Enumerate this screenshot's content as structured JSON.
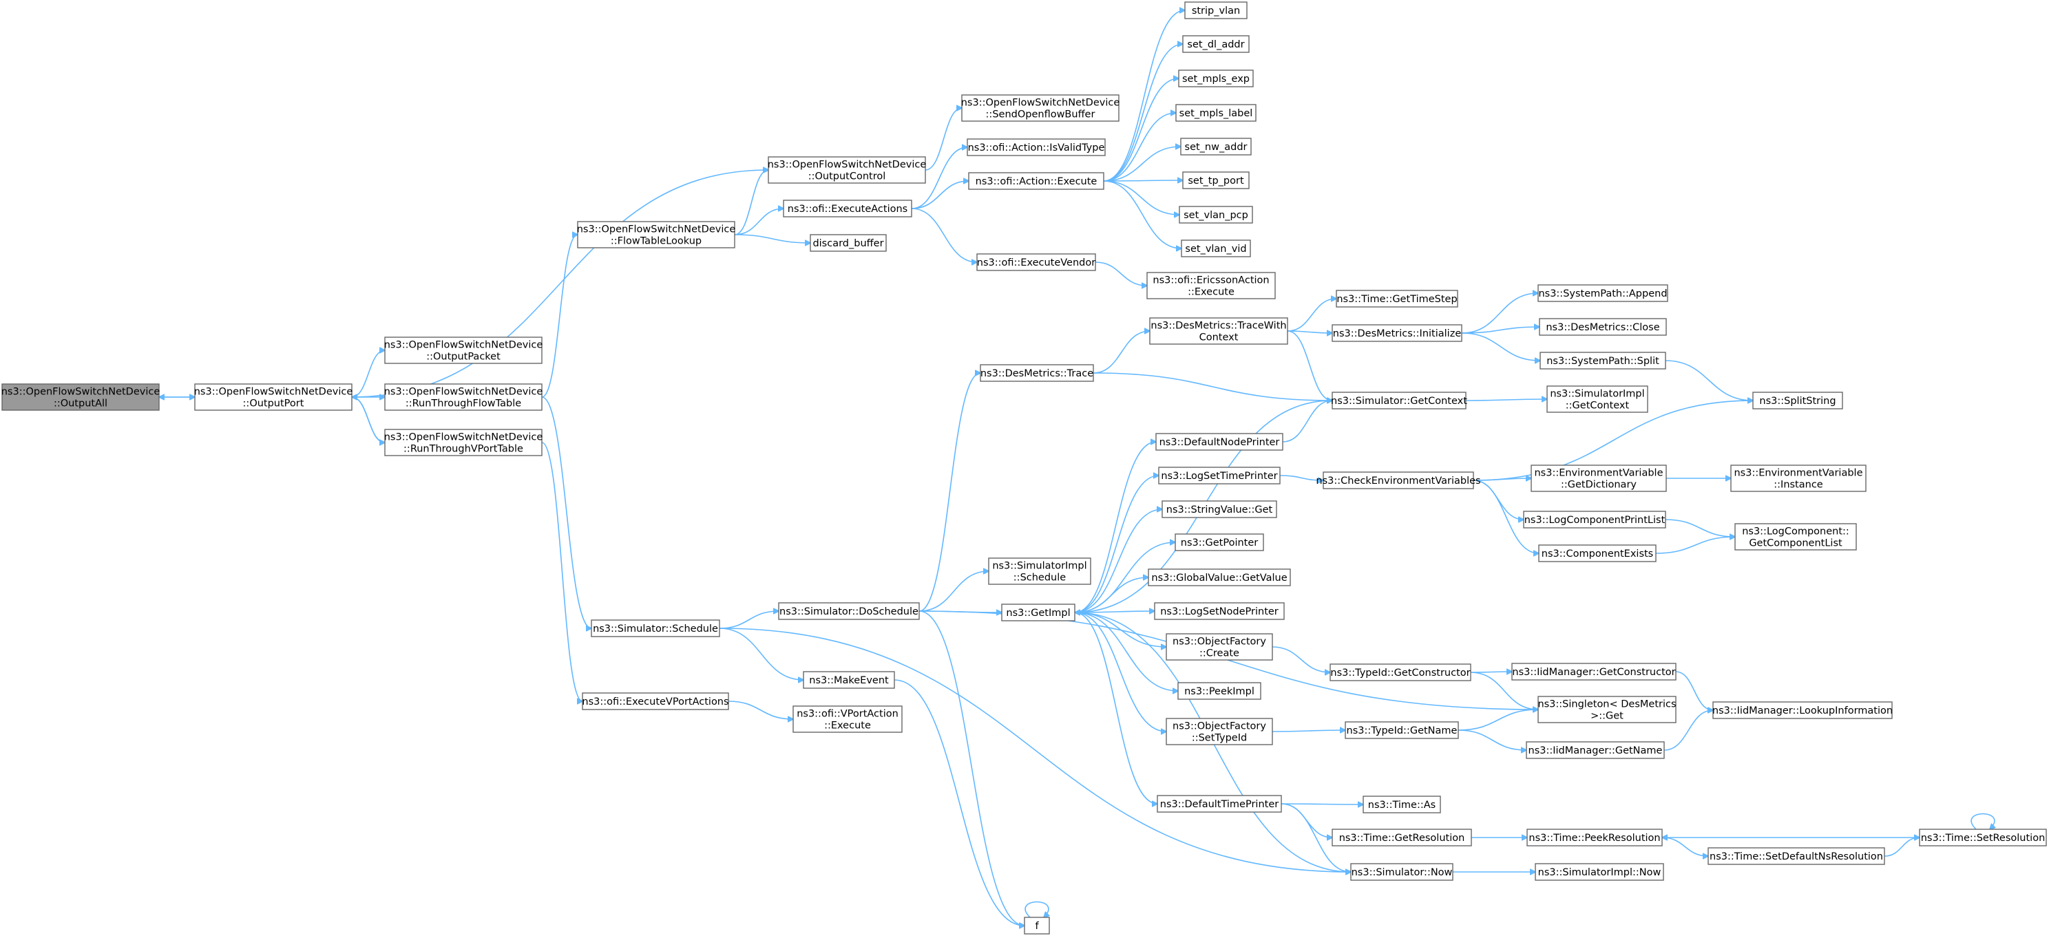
{
  "colors": {
    "edge": "#63b8ff",
    "node_border": "#666666",
    "root_fill": "#999999",
    "node_fill": "#ffffff"
  },
  "nodes": [
    {
      "id": "outputall",
      "lines": [
        "ns3::OpenFlowSwitchNetDevice",
        "::OutputAll"
      ],
      "root": true
    },
    {
      "id": "outputport",
      "lines": [
        "ns3::OpenFlowSwitchNetDevice",
        "::OutputPort"
      ]
    },
    {
      "id": "outputcontrol",
      "lines": [
        "ns3::OpenFlowSwitchNetDevice",
        "::OutputControl"
      ]
    },
    {
      "id": "sendopenflowbuffer",
      "lines": [
        "ns3::OpenFlowSwitchNetDevice",
        "::SendOpenflowBuffer"
      ]
    },
    {
      "id": "flowtablelookup",
      "lines": [
        "ns3::OpenFlowSwitchNetDevice",
        "::FlowTableLookup"
      ]
    },
    {
      "id": "outputpacket",
      "lines": [
        "ns3::OpenFlowSwitchNetDevice",
        "::OutputPacket"
      ]
    },
    {
      "id": "runthroughflowtable",
      "lines": [
        "ns3::OpenFlowSwitchNetDevice",
        "::RunThroughFlowTable"
      ]
    },
    {
      "id": "runthroughvporttable",
      "lines": [
        "ns3::OpenFlowSwitchNetDevice",
        "::RunThroughVPortTable"
      ]
    },
    {
      "id": "executeactions",
      "lines": [
        "ns3::ofi::ExecuteActions"
      ]
    },
    {
      "id": "discardbuffer",
      "lines": [
        "discard_buffer"
      ]
    },
    {
      "id": "isvalidtype",
      "lines": [
        "ns3::ofi::Action::IsValidType"
      ]
    },
    {
      "id": "actionexecute",
      "lines": [
        "ns3::ofi::Action::Execute"
      ]
    },
    {
      "id": "executevendor",
      "lines": [
        "ns3::ofi::ExecuteVendor"
      ]
    },
    {
      "id": "ericssonexecute",
      "lines": [
        "ns3::ofi::EricssonAction",
        "::Execute"
      ]
    },
    {
      "id": "strip_vlan",
      "lines": [
        "strip_vlan"
      ]
    },
    {
      "id": "set_dl_addr",
      "lines": [
        "set_dl_addr"
      ]
    },
    {
      "id": "set_mpls_exp",
      "lines": [
        "set_mpls_exp"
      ]
    },
    {
      "id": "set_mpls_label",
      "lines": [
        "set_mpls_label"
      ]
    },
    {
      "id": "set_nw_addr",
      "lines": [
        "set_nw_addr"
      ]
    },
    {
      "id": "set_tp_port",
      "lines": [
        "set_tp_port"
      ]
    },
    {
      "id": "set_vlan_pcp",
      "lines": [
        "set_vlan_pcp"
      ]
    },
    {
      "id": "set_vlan_vid",
      "lines": [
        "set_vlan_vid"
      ]
    },
    {
      "id": "simschedule",
      "lines": [
        "ns3::Simulator::Schedule"
      ]
    },
    {
      "id": "doschedule",
      "lines": [
        "ns3::Simulator::DoSchedule"
      ]
    },
    {
      "id": "makeevent",
      "lines": [
        "ns3::MakeEvent"
      ]
    },
    {
      "id": "executevportactions",
      "lines": [
        "ns3::ofi::ExecuteVPortActions"
      ]
    },
    {
      "id": "vportexecute",
      "lines": [
        "ns3::ofi::VPortAction",
        "::Execute"
      ]
    },
    {
      "id": "f",
      "lines": [
        "f"
      ]
    },
    {
      "id": "destrace",
      "lines": [
        "ns3::DesMetrics::Trace"
      ]
    },
    {
      "id": "implschedule",
      "lines": [
        "ns3::SimulatorImpl",
        "::Schedule"
      ]
    },
    {
      "id": "getimpl",
      "lines": [
        "ns3::GetImpl"
      ]
    },
    {
      "id": "tracewithcontext",
      "lines": [
        "ns3::DesMetrics::TraceWith",
        "Context"
      ]
    },
    {
      "id": "gettimestep",
      "lines": [
        "ns3::Time::GetTimeStep"
      ]
    },
    {
      "id": "desinitialize",
      "lines": [
        "ns3::DesMetrics::Initialize"
      ]
    },
    {
      "id": "getcontext",
      "lines": [
        "ns3::Simulator::GetContext"
      ]
    },
    {
      "id": "append",
      "lines": [
        "ns3::SystemPath::Append"
      ]
    },
    {
      "id": "desclose",
      "lines": [
        "ns3::DesMetrics::Close"
      ]
    },
    {
      "id": "split",
      "lines": [
        "ns3::SystemPath::Split"
      ]
    },
    {
      "id": "splitstring",
      "lines": [
        "ns3::SplitString"
      ]
    },
    {
      "id": "implgetcontext",
      "lines": [
        "ns3::SimulatorImpl",
        "::GetContext"
      ]
    },
    {
      "id": "defaultnodeprinter",
      "lines": [
        "ns3::DefaultNodePrinter"
      ]
    },
    {
      "id": "logsettimeprinter",
      "lines": [
        "ns3::LogSetTimePrinter"
      ]
    },
    {
      "id": "checkenv",
      "lines": [
        "ns3::CheckEnvironmentVariables"
      ]
    },
    {
      "id": "getdictionary",
      "lines": [
        "ns3::EnvironmentVariable",
        "::GetDictionary"
      ]
    },
    {
      "id": "envinstance",
      "lines": [
        "ns3::EnvironmentVariable",
        "::Instance"
      ]
    },
    {
      "id": "stringvalueget",
      "lines": [
        "ns3::StringValue::Get"
      ]
    },
    {
      "id": "logcomponentprintlist",
      "lines": [
        "ns3::LogComponentPrintList"
      ]
    },
    {
      "id": "getcomponentlist",
      "lines": [
        "ns3::LogComponent::",
        "GetComponentList"
      ]
    },
    {
      "id": "componentexists",
      "lines": [
        "ns3::ComponentExists"
      ]
    },
    {
      "id": "getpointer",
      "lines": [
        "ns3::GetPointer"
      ]
    },
    {
      "id": "globalvalueget",
      "lines": [
        "ns3::GlobalValue::GetValue"
      ]
    },
    {
      "id": "logsetnodeprinter",
      "lines": [
        "ns3::LogSetNodePrinter"
      ]
    },
    {
      "id": "objfactorycreate",
      "lines": [
        "ns3::ObjectFactory",
        "::Create"
      ]
    },
    {
      "id": "typeidgetconstructor",
      "lines": [
        "ns3::TypeId::GetConstructor"
      ]
    },
    {
      "id": "iidgetconstructor",
      "lines": [
        "ns3::IidManager::GetConstructor"
      ]
    },
    {
      "id": "peekimpl",
      "lines": [
        "ns3::PeekImpl"
      ]
    },
    {
      "id": "singletonget",
      "lines": [
        "ns3::Singleton< DesMetrics",
        " >::Get"
      ]
    },
    {
      "id": "lookupinformation",
      "lines": [
        "ns3::IidManager::LookupInformation"
      ]
    },
    {
      "id": "objfactorysettypeid",
      "lines": [
        "ns3::ObjectFactory",
        "::SetTypeId"
      ]
    },
    {
      "id": "typeidgetname",
      "lines": [
        "ns3::TypeId::GetName"
      ]
    },
    {
      "id": "iidgetname",
      "lines": [
        "ns3::IidManager::GetName"
      ]
    },
    {
      "id": "defaulttimeprinter",
      "lines": [
        "ns3::DefaultTimePrinter"
      ]
    },
    {
      "id": "timeas",
      "lines": [
        "ns3::Time::As"
      ]
    },
    {
      "id": "timegetresolution",
      "lines": [
        "ns3::Time::GetResolution"
      ]
    },
    {
      "id": "peekresolution",
      "lines": [
        "ns3::Time::PeekResolution"
      ]
    },
    {
      "id": "setresolution",
      "lines": [
        "ns3::Time::SetResolution"
      ]
    },
    {
      "id": "setdefaultnsres",
      "lines": [
        "ns3::Time::SetDefaultNsResolution"
      ]
    },
    {
      "id": "simnow",
      "lines": [
        "ns3::Simulator::Now"
      ]
    },
    {
      "id": "implnow",
      "lines": [
        "ns3::SimulatorImpl::Now"
      ]
    }
  ]
}
